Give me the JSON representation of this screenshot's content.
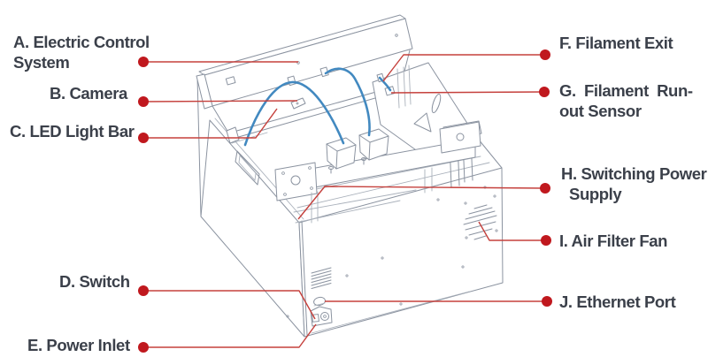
{
  "labels": {
    "a": {
      "line1": "A. Electric Control",
      "line2": "System"
    },
    "b": {
      "line1": "B. Camera"
    },
    "c": {
      "line1": "C. LED Light Bar"
    },
    "d": {
      "line1": "D. Switch"
    },
    "e": {
      "line1": "E. Power Inlet"
    },
    "f": {
      "line1": "F. Filament Exit"
    },
    "g": {
      "line1": "G. Filament Run-",
      "line2": "out Sensor"
    },
    "h": {
      "line1": "H. Switching Power",
      "line2": "Supply"
    },
    "i": {
      "line1": "I. Air Filter Fan"
    },
    "j": {
      "line1": "J. Ethernet Port"
    }
  },
  "colors": {
    "callout-dot": "#c0181e",
    "leader-line": "#c5403c",
    "tube-blue": "#4289c0",
    "drawing-gray": "#8b93a0",
    "label-text": "#3b404a",
    "background": "#ffffff"
  }
}
